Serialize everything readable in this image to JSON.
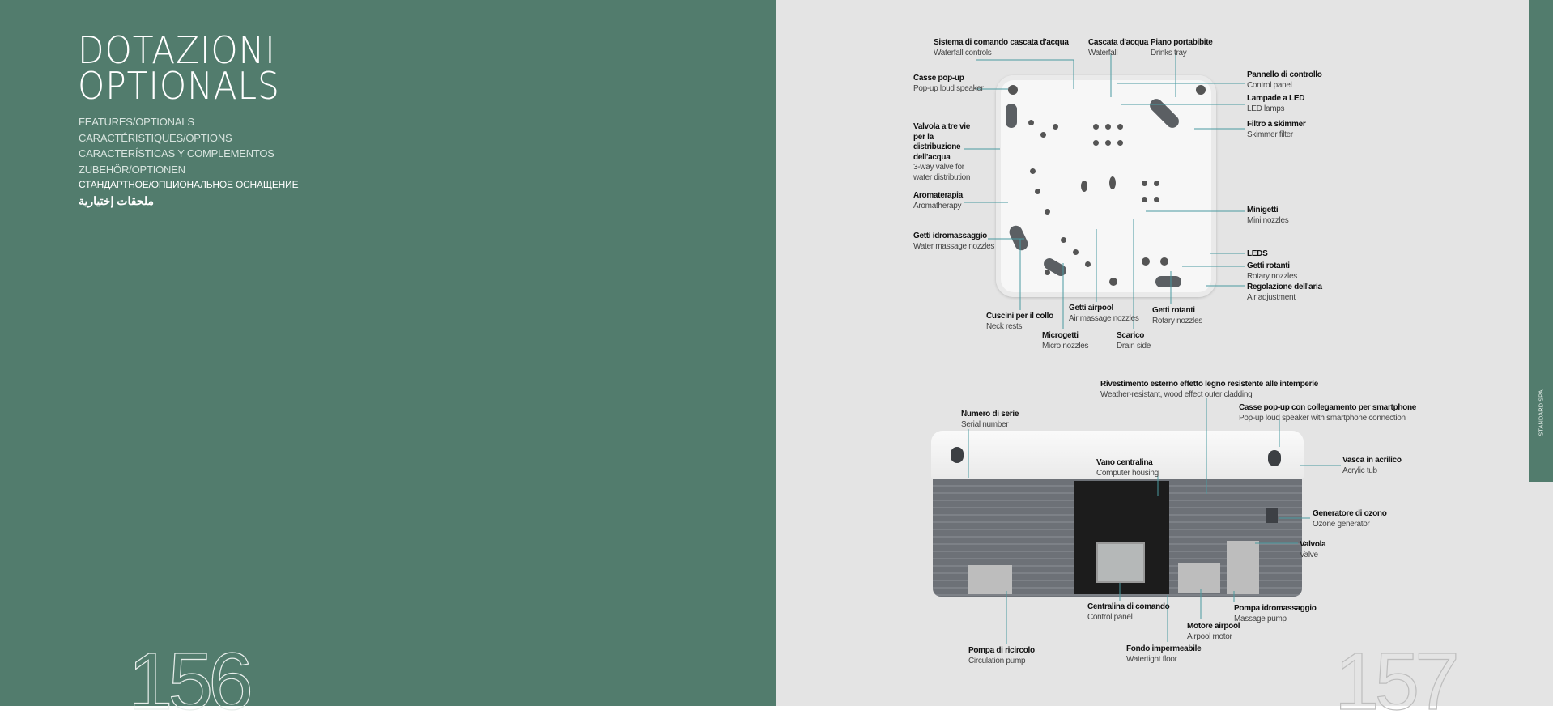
{
  "left_page": {
    "title": [
      "DOTAZIONI",
      "OPTIONALS"
    ],
    "subtitles": [
      "FEATURES/OPTIONALS",
      "CARACTÉRISTIQUES/OPTIONS",
      "CARACTERÍSTICAS Y COMPLEMENTOS",
      "ZUBEHÖR/OPTIONEN",
      "СТАНДАРТНОЕ/ОПЦИОНАЛЬНОЕ ОСНАЩЕНИЕ",
      "ملحقات إختيارية"
    ],
    "page_number": "156"
  },
  "right_page": {
    "page_number": "157",
    "side_tab": "STANDARD SPA",
    "top_labels": [
      {
        "it": "Sistema di comando cascata d'acqua",
        "en": "Waterfall controls"
      },
      {
        "it": "Cascata d'acqua",
        "en": "Waterfall"
      },
      {
        "it": "Piano portabibite",
        "en": "Drinks tray"
      },
      {
        "it": "Casse pop-up",
        "en": "Pop-up loud speaker"
      },
      {
        "it": "Pannello di controllo",
        "en": "Control panel"
      },
      {
        "it": "Lampade a LED",
        "en": "LED lamps"
      },
      {
        "it": "Filtro a skimmer",
        "en": "Skimmer filter"
      },
      {
        "it": "Valvola a tre vie per la distribuzione dell'acqua",
        "en": "3-way valve for water distribution"
      },
      {
        "it": "Aromaterapia",
        "en": "Aromatherapy"
      },
      {
        "it": "Minigetti",
        "en": "Mini nozzles"
      },
      {
        "it": "Getti idromassaggio",
        "en": "Water massage nozzles"
      },
      {
        "it": "LEDS",
        "en": ""
      },
      {
        "it": "Getti rotanti",
        "en": "Rotary nozzles"
      },
      {
        "it": "Regolazione dell'aria",
        "en": "Air adjustment"
      },
      {
        "it": "Getti airpool",
        "en": "Air massage nozzles"
      },
      {
        "it": "Getti rotanti",
        "en": "Rotary nozzles"
      },
      {
        "it": "Cuscini per il collo",
        "en": "Neck rests"
      },
      {
        "it": "Microgetti",
        "en": "Micro nozzles"
      },
      {
        "it": "Scarico",
        "en": "Drain side"
      }
    ],
    "side_labels": [
      {
        "it": "Rivestimento esterno effetto legno resistente alle intemperie",
        "en": "Weather-resistant, wood effect outer cladding"
      },
      {
        "it": "Casse pop-up con collegamento per smartphone",
        "en": "Pop-up loud speaker with smartphone connection"
      },
      {
        "it": "Numero di serie",
        "en": "Serial number"
      },
      {
        "it": "Vano centralina",
        "en": "Computer housing"
      },
      {
        "it": "Vasca in acrilico",
        "en": "Acrylic tub"
      },
      {
        "it": "Generatore di ozono",
        "en": "Ozone generator"
      },
      {
        "it": "Valvola",
        "en": "Valve"
      },
      {
        "it": "Centralina di comando",
        "en": "Control panel"
      },
      {
        "it": "Pompa idromassaggio",
        "en": "Massage pump"
      },
      {
        "it": "Motore airpool",
        "en": "Airpool motor"
      },
      {
        "it": "Pompa di ricircolo",
        "en": "Circulation pump"
      },
      {
        "it": "Fondo impermeabile",
        "en": "Watertight floor"
      }
    ]
  },
  "colors": {
    "green": "#527c6d",
    "page": "#e4e4e4",
    "leader": "#4a9aa0"
  }
}
